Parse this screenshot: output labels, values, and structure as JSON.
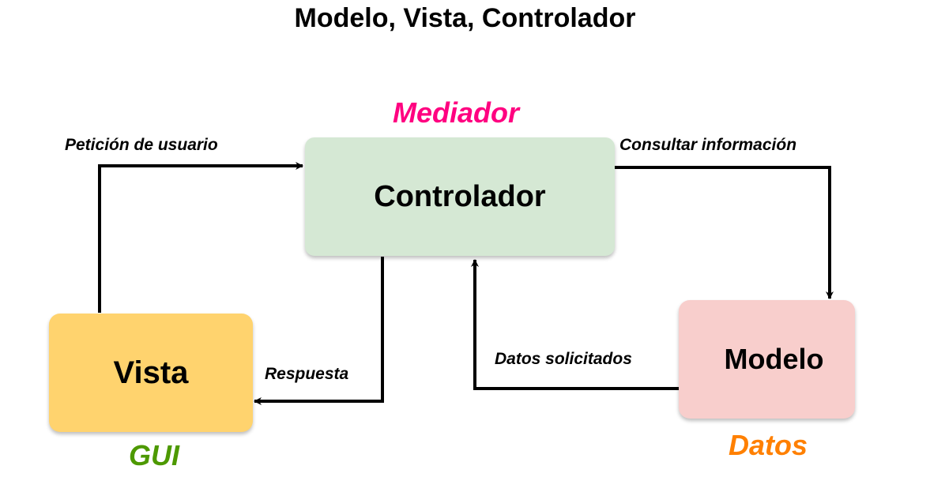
{
  "title": "Modelo, Vista, Controlador",
  "nodes": {
    "controlador": {
      "label": "Controlador",
      "role": "Mediador",
      "fill": "#d5e8d4",
      "role_color": "#ff0080"
    },
    "vista": {
      "label": "Vista",
      "role": "GUI",
      "fill": "#ffd36e",
      "role_color": "#4d9900"
    },
    "modelo": {
      "label": "Modelo",
      "role": "Datos",
      "fill": "#f8cecc",
      "role_color": "#ff8000"
    }
  },
  "edges": [
    {
      "from": "Vista",
      "to": "Controlador",
      "label": "Petición de usuario"
    },
    {
      "from": "Controlador",
      "to": "Modelo",
      "label": "Consultar información"
    },
    {
      "from": "Controlador",
      "to": "Vista",
      "label": "Respuesta"
    },
    {
      "from": "Modelo",
      "to": "Controlador",
      "label": "Datos solicitados"
    }
  ]
}
